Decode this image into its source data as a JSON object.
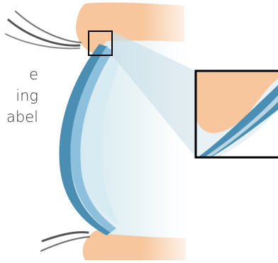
{
  "diagram": {
    "partial_text_lines": [
      "e",
      "ing",
      "abel"
    ],
    "colors": {
      "skin": "#f7c69c",
      "lens_outer": "#7fb4d6",
      "lens_fill": "#e4f1f4",
      "lens_inner": "#f6fbfc",
      "tear_film": "#4a8fb3",
      "eyelash": "#555555",
      "zoom_box": "#000000"
    },
    "icons": [
      "eyelash-upper",
      "eyelash-lower",
      "magnify-box",
      "zoom-callout"
    ]
  }
}
